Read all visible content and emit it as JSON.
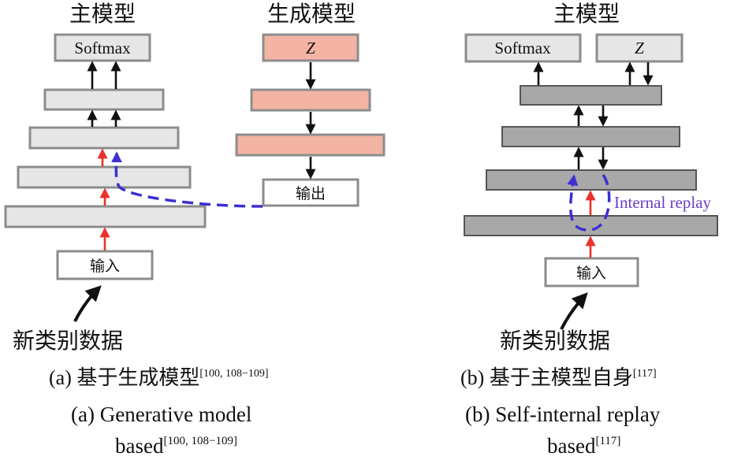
{
  "panel_a": {
    "main_model_title": "主模型",
    "generative_model_title": "生成模型",
    "softmax_label": "Softmax",
    "z_label": "Z",
    "output_label": "输出",
    "input_label": "输入",
    "new_class_data": "新类别数据",
    "caption_cn_prefix": "(a) 基于生成模型",
    "caption_cn_ref": "[100, 108−109]",
    "caption_en_line1": "(a) Generative model",
    "caption_en_line2_prefix": "based",
    "caption_en_ref": "[100, 108−109]"
  },
  "panel_b": {
    "main_model_title": "主模型",
    "softmax_label": "Softmax",
    "z_label": "Z",
    "input_label": "输入",
    "replay_label": "Internal replay",
    "new_class_data": "新类别数据",
    "caption_cn_prefix": "(b) 基于主模型自身",
    "caption_cn_ref": "[117]",
    "caption_en_line1": "(b) Self-internal replay",
    "caption_en_line2_prefix": "based",
    "caption_en_ref": "[117]"
  },
  "colors": {
    "forward_arrow": "#111111",
    "new_data_arrow": "#e8322b",
    "replay_arrow": "#3d2fd0",
    "generator_fill": "#f4b4a3",
    "main_layer_fill_a": "#e6e6e6",
    "main_layer_fill_b": "#a8a8a8"
  }
}
